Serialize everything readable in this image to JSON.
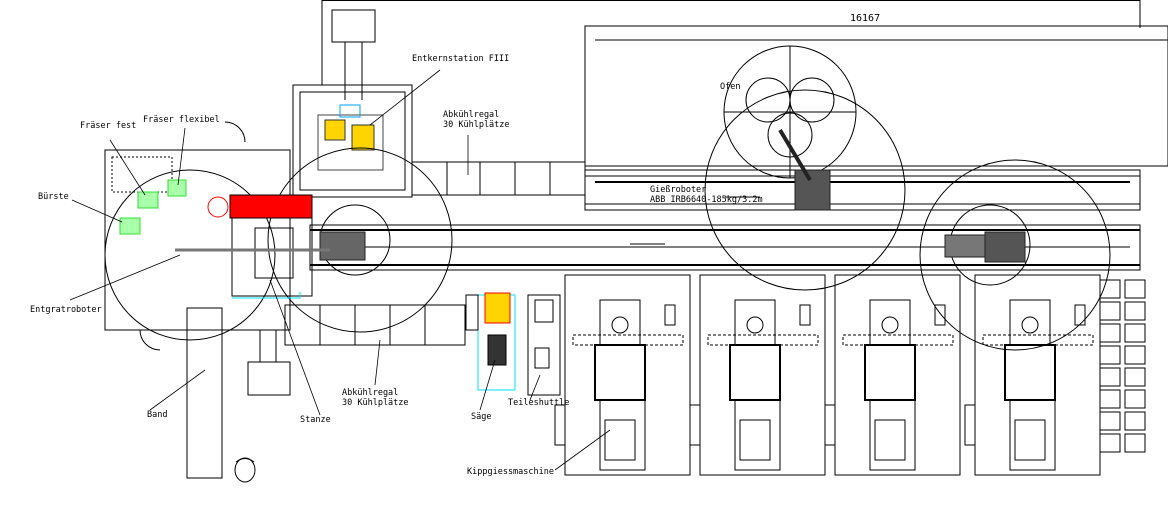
{
  "dimension": "16167",
  "labels": {
    "entkernstation": "Entkernstation FIII",
    "ofen": "Ofen",
    "abkuehlregal_top_1": "Abkühlregal",
    "abkuehlregal_top_2": "30 Kühlplätze",
    "giessroboter_1": "Gießroboter",
    "giessroboter_2": "ABB IRB6640-185kg/3.2m",
    "fraeser_fest": "Fräser fest",
    "fraeser_flexibel": "Fräser flexibel",
    "buerste": "Bürste",
    "entgratroboter": "Entgratroboter",
    "band": "Band",
    "stanze": "Stanze",
    "abkuehlregal_bottom_1": "Abkühlregal",
    "abkuehlregal_bottom_2": "30 Kühlplätze",
    "saege": "Säge",
    "teileshuttle": "Teileshuttle",
    "kippgiessmaschine": "Kippgiessmaschine"
  },
  "colors": {
    "line": "#000000",
    "red": "#ff0000",
    "cyan": "#00e0ff",
    "green": "#33dd33",
    "yellow": "#ffd400"
  }
}
